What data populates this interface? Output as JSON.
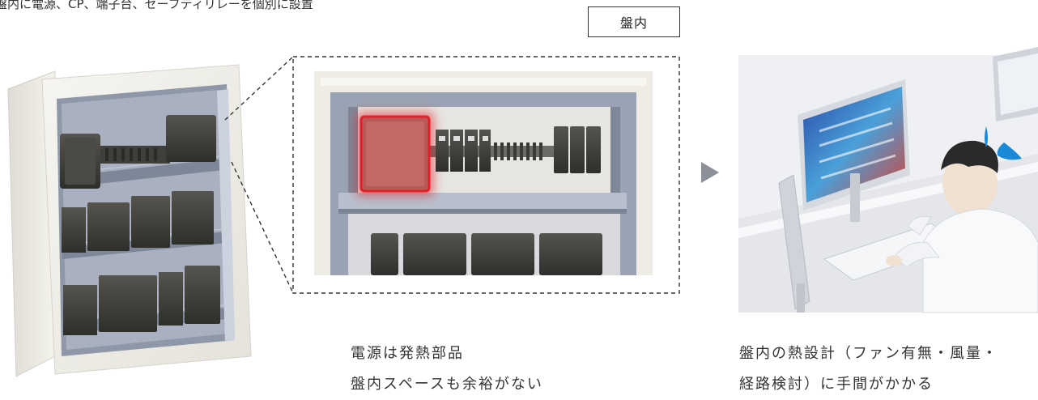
{
  "top_caption": "盤内に電源、CP、端子台、セーフティリレーを個別に設置",
  "zoom_tag": "盤内",
  "left_caption": {
    "line1": "電源は発熱部品",
    "line2": "盤内スペースも余裕がない"
  },
  "right_caption": {
    "line1": "盤内の熱設計（ファン有無・風量・",
    "line2": "経路検討）に手間がかかる"
  },
  "colors": {
    "cabinet": "#efeee8",
    "inner_panel": "#9aa3b4",
    "component": "#3d3d3a",
    "highlight": "#e0202a",
    "accent_blue": "#1a8ad8",
    "arrow": "#8c9099"
  }
}
